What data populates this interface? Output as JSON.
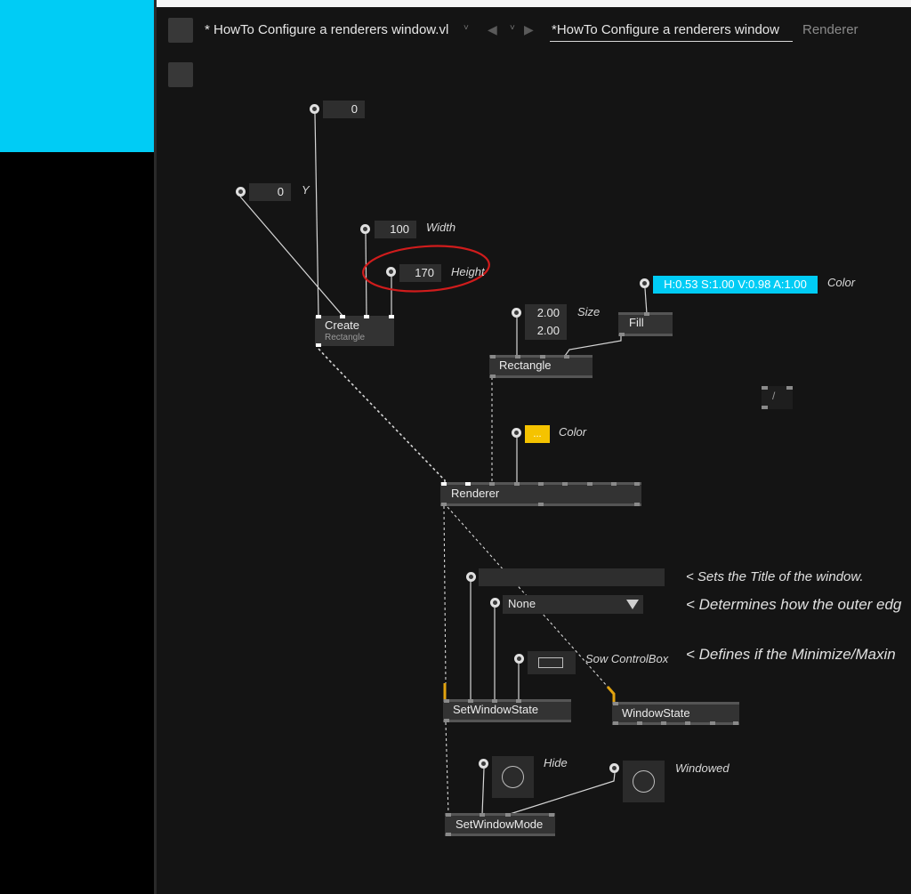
{
  "tabs": {
    "file_tab": "* HowTo Configure a renderers window.vl",
    "dropdown_glyph": "˅",
    "back_glyph": "◀",
    "menu_glyph": "˅",
    "forward_glyph": "▶",
    "patch_tab": "*HowTo Configure a renderers window",
    "renderer_tab": "Renderer"
  },
  "iobox": {
    "x_value": "0",
    "y_value": "0",
    "y_label": "Y",
    "width_value": "100",
    "width_label": "Width",
    "height_value": "170",
    "height_label": "Height",
    "size_x": "2.00",
    "size_y": "2.00",
    "size_label": "Size",
    "fill_color": "H:0.53 S:1.00 V:0.98 A:1.00",
    "fill_color_label": "Color",
    "renderer_color_value": "...",
    "renderer_color_label": "Color",
    "window_mode_value": "None",
    "control_box_label": "Sow ControlBox",
    "hide_label": "Hide",
    "windowed_label": "Windowed",
    "slash_glyph": "/"
  },
  "nodes": {
    "create_title": "Create",
    "create_sub": "Rectangle",
    "rectangle": "Rectangle",
    "fill": "Fill",
    "renderer": "Renderer",
    "set_window_state": "SetWindowState",
    "window_state": "WindowState",
    "set_window_mode": "SetWindowMode"
  },
  "comments": {
    "title": "< Sets the Title of the window.",
    "border": "< Determines how the outer edg",
    "control_box": "< Defines if the Minimize/Maxin"
  },
  "colors": {
    "cyan_panel": "#00ccf5",
    "canvas": "#141414",
    "highlight_circle": "#d01c1c",
    "orange_link": "#e3a40f",
    "yellow_color": "#f5c300"
  }
}
